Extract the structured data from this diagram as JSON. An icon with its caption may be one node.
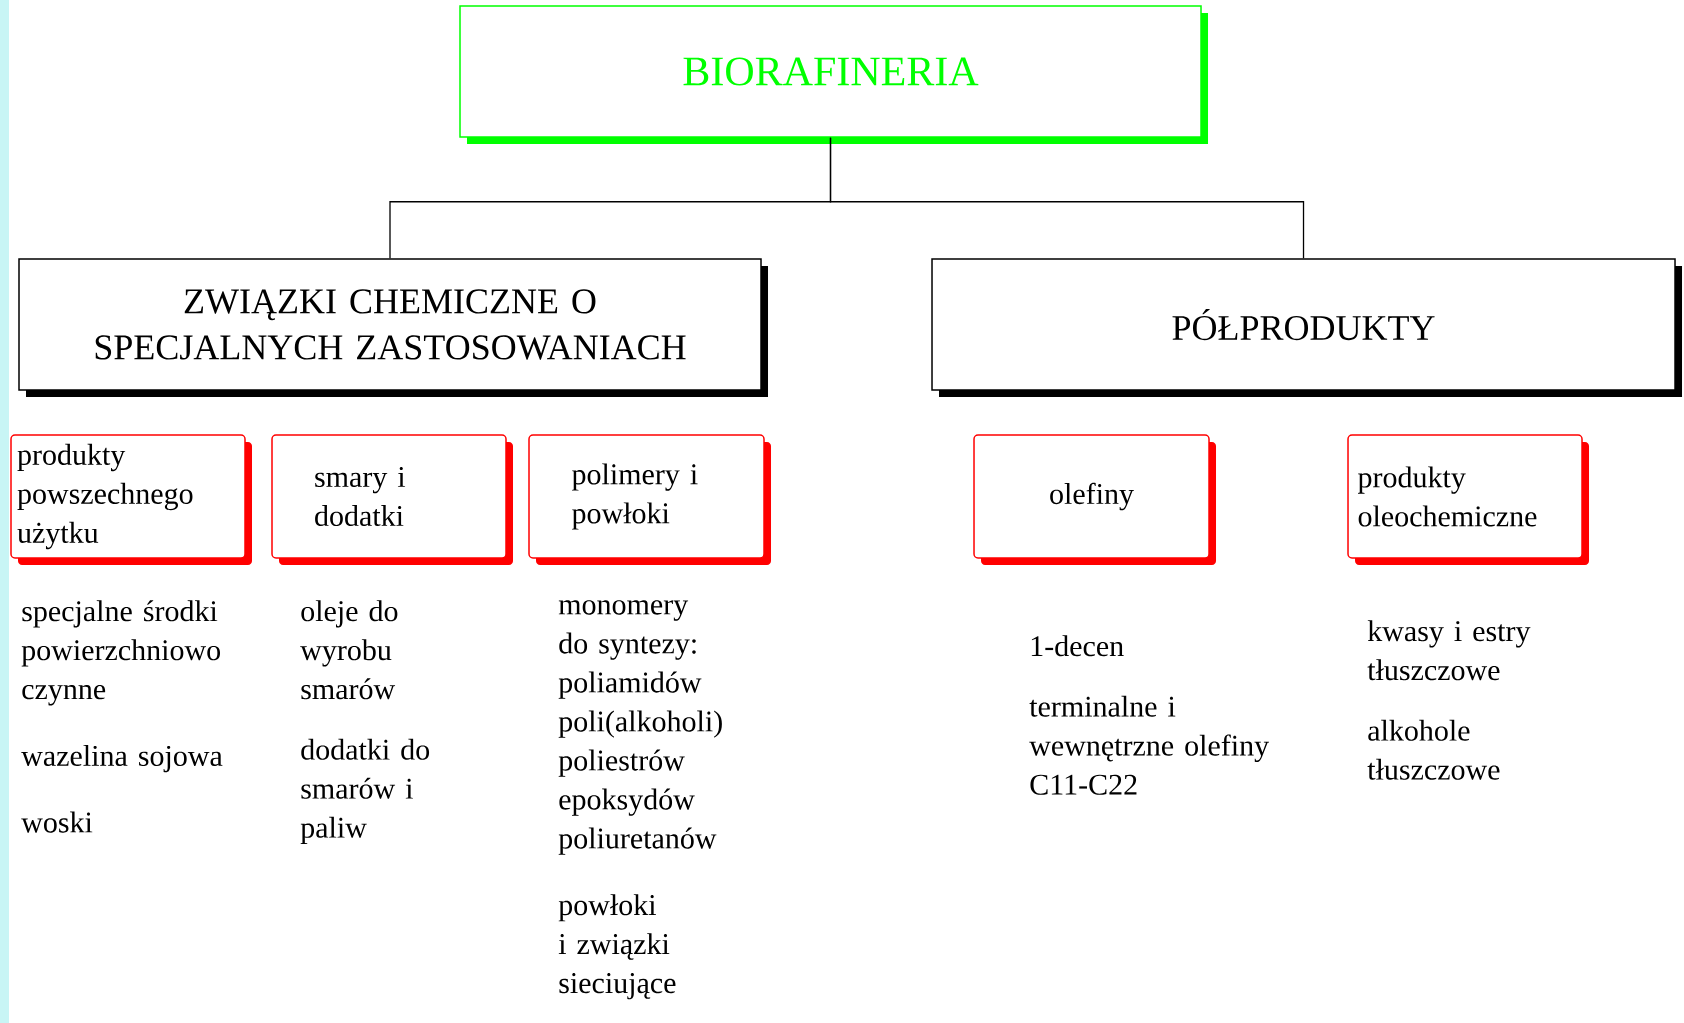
{
  "diagram": {
    "nodes": [
      {
        "text": [
          "BIORAFINERIA"
        ]
      },
      {
        "text": [
          "ZWIĄZKI CHEMICZNE O SPECJALNYCH ZASTOSOWANIACH"
        ]
      },
      {
        "text": [
          "PÓŁPRODUKTY"
        ]
      },
      {
        "text": [
          "produkty powszechnego użytku"
        ],
        "beside": [
          "specjalne środki powierzchniowo czynne",
          "wazelina sojowa",
          "woski"
        ]
      },
      {
        "text": [
          "smary i dodatki"
        ],
        "beside": [
          "oleje do wyrobu smarów",
          "dodatki do smarów i paliw"
        ]
      },
      {
        "text": [
          "polimery i powłoki"
        ],
        "beside": [
          "monomery do syntezy: poliamidów poli(alkoholi) poliestrów epoksydów poliuretanów",
          "powłoki i związki sieciujące"
        ]
      },
      {
        "text": [
          "olefiny"
        ],
        "beside": [
          "1-decen",
          "terminalne i wewnętrzne olefiny C11-C22"
        ]
      },
      {
        "text": [
          "produkty oleochemiczne"
        ],
        "beside": [
          "kwasy i estry tłuszczowe",
          "alkohole tłuszczowe"
        ]
      }
    ],
    "edges": [
      {
        "from": 0,
        "to": 1,
        "arrow": "none"
      },
      {
        "from": 0,
        "to": 2,
        "arrow": "none"
      }
    ]
  }
}
